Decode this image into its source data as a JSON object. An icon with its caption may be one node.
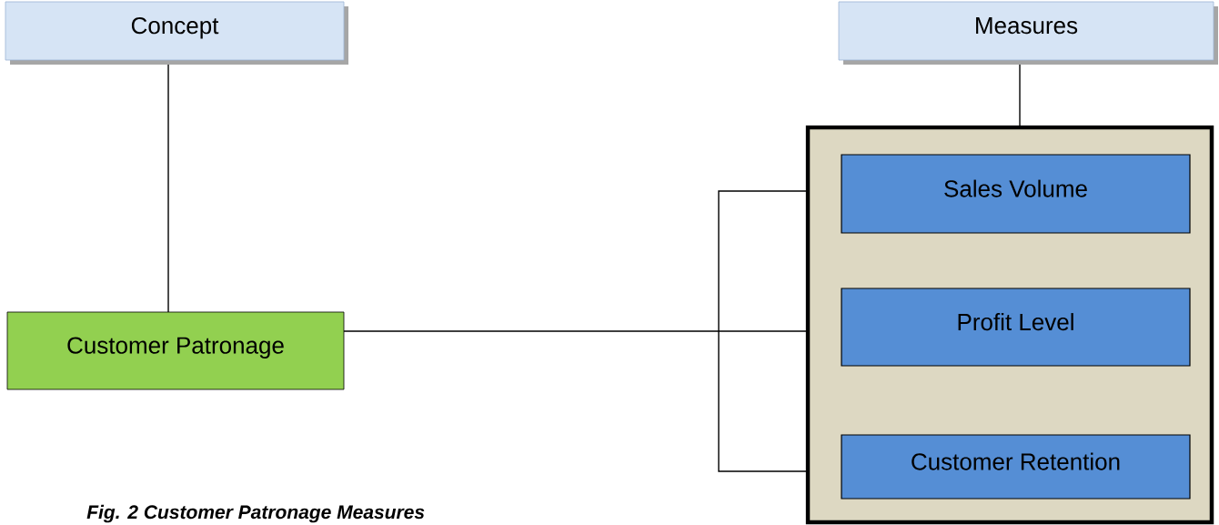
{
  "diagram": {
    "caption": "Fig. 2 Customer Patronage Measures",
    "nodes": [
      {
        "text": [
          "Concept"
        ]
      },
      {
        "text": [
          "Measures"
        ]
      },
      {
        "text": [
          "Customer Patronage"
        ]
      },
      {
        "text": [],
        "shape": "box"
      },
      {
        "text": [
          "Sales Volume"
        ],
        "in": 3
      },
      {
        "text": [
          "Profit Level"
        ],
        "in": 3
      },
      {
        "text": [
          "Customer Retention"
        ],
        "in": 3
      }
    ],
    "edges": [
      {
        "from": 0,
        "to": 2,
        "arrow": "none"
      },
      {
        "from": 1,
        "to": 3,
        "arrow": "none"
      },
      {
        "from": 2,
        "to": 3,
        "arrow": "none"
      }
    ]
  }
}
